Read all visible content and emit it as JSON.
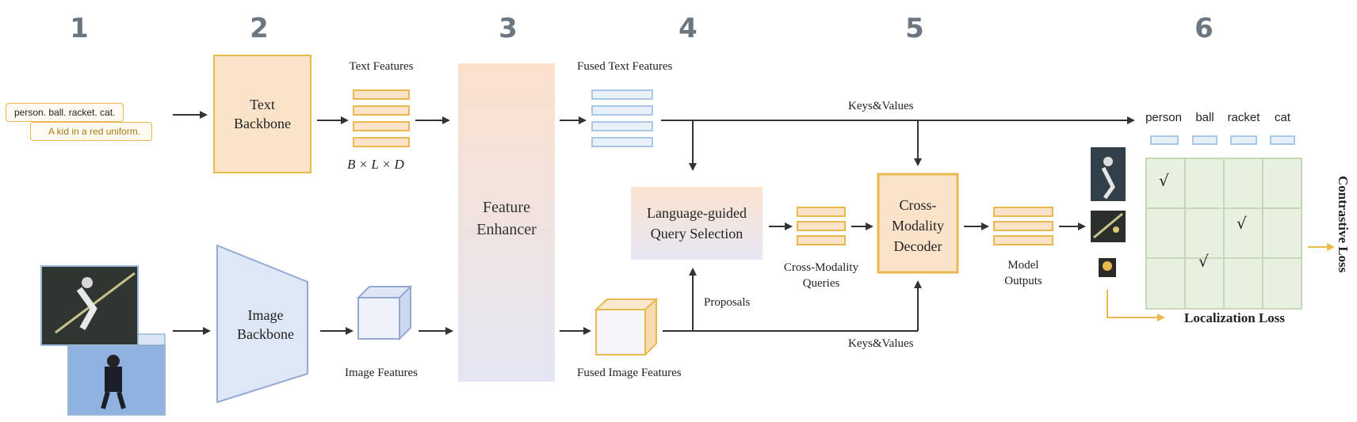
{
  "steps": [
    "1",
    "2",
    "3",
    "4",
    "5",
    "6"
  ],
  "inputs": {
    "prompt_main": "person. ball. racket. cat.",
    "prompt_alt": "A kid in a red uniform."
  },
  "blocks": {
    "text_backbone": [
      "Text",
      "Backbone"
    ],
    "image_backbone": [
      "Image",
      "Backbone"
    ],
    "feature_enhancer": [
      "Feature",
      "Enhancer"
    ],
    "query_selection": [
      "Language-guided",
      "Query Selection"
    ],
    "decoder": [
      "Cross-",
      "Modality",
      "Decoder"
    ]
  },
  "labels": {
    "text_features": "Text Features",
    "dims": "B ×  L  × D",
    "image_features": "Image Features",
    "fused_text": "Fused Text Features",
    "fused_image": "Fused Image Features",
    "keys_values_top": "Keys&Values",
    "keys_values_bottom": "Keys&Values",
    "proposals": "Proposals",
    "cm_queries": [
      "Cross-Modality",
      "Queries"
    ],
    "model_outputs": [
      "Model",
      "Outputs"
    ],
    "contrastive_loss": "Contrastive Loss",
    "localization_loss": "Localization Loss"
  },
  "grid": {
    "columns": [
      "person",
      "ball",
      "racket",
      "cat"
    ],
    "check_symbol": "√",
    "checks": [
      [
        0,
        0
      ],
      [
        1,
        2
      ],
      [
        2,
        1
      ]
    ]
  },
  "colors": {
    "orange": "#e9b84e",
    "orange_fill": "#fbe3c9",
    "blue": "#a9c8e6",
    "blue_fill": "#dde9f5",
    "purple_fill": "#e4e6f2",
    "grid_fill": "#e8f1e0",
    "arrow": "#333333"
  }
}
